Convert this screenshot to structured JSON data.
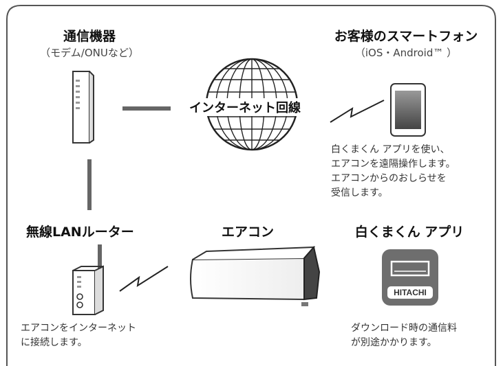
{
  "modem": {
    "title": "通信機器",
    "subtitle": "（モデム/ONUなど）",
    "icon": "modem-icon"
  },
  "smartphone": {
    "title": "お客様のスマートフォン",
    "subtitle": "（iOS・Android™ ）",
    "note": "白くまくん アプリを使い、\nエアコンを遠隔操作します。\nエアコンからのおしらせを\n受信します。",
    "icon": "smartphone-icon"
  },
  "internet": {
    "label": "インターネット回線",
    "icon": "globe-icon"
  },
  "router": {
    "title": "無線LANルーター",
    "note": "エアコンをインターネット\nに接続します。",
    "icon": "router-icon"
  },
  "aircon": {
    "title": "エアコン",
    "icon": "air-conditioner-icon"
  },
  "app": {
    "title": "白くまくん アプリ",
    "brand": "HITACHI",
    "note": "ダウンロード時の通信料\nが別途かかります。",
    "icon": "app-icon"
  },
  "colors": {
    "frame": "#555555",
    "line": "#666666",
    "app_bg": "#6e6e6e"
  }
}
